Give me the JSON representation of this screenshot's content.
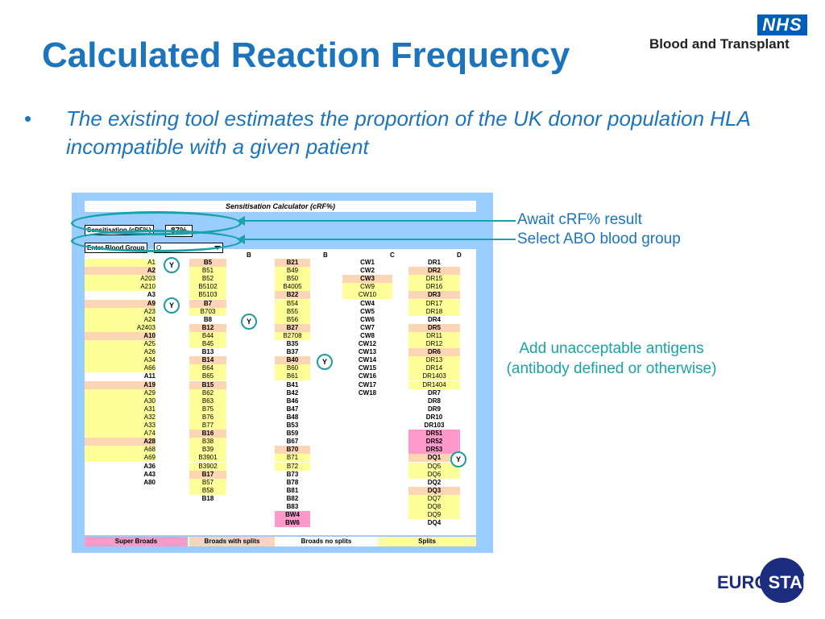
{
  "slide": {
    "title": "Calculated Reaction Frequency",
    "bullet_symbol": "•",
    "bullet_text": "The existing tool estimates the proportion of the UK donor population HLA incompatible with a given patient"
  },
  "logos": {
    "nhs": "NHS",
    "bt": "Blood and Transplant",
    "euro_left": "EURO",
    "euro_right": "STAM"
  },
  "calculator": {
    "title": "Sensitisation Calculator (cRF%)",
    "sens_label": "Sensitisation (cRF%)",
    "crf_value": "87%",
    "blood_label": "Enter Blood Group",
    "blood_value": "O",
    "col_headers": [
      "B",
      "B",
      "C",
      "D"
    ],
    "colA": [
      {
        "t": "A1",
        "c": "yel",
        "b": false
      },
      {
        "t": "A2",
        "c": "ora",
        "b": true
      },
      {
        "t": "A203",
        "c": "yel",
        "b": false
      },
      {
        "t": "A210",
        "c": "yel",
        "b": false
      },
      {
        "t": "A3",
        "c": "wht",
        "b": true
      },
      {
        "t": "A9",
        "c": "ora",
        "b": true
      },
      {
        "t": "A23",
        "c": "yel",
        "b": false
      },
      {
        "t": "A24",
        "c": "yel",
        "b": false
      },
      {
        "t": "A2403",
        "c": "yel",
        "b": false
      },
      {
        "t": "A10",
        "c": "ora",
        "b": true
      },
      {
        "t": "A25",
        "c": "yel",
        "b": false
      },
      {
        "t": "A26",
        "c": "yel",
        "b": false
      },
      {
        "t": "A34",
        "c": "yel",
        "b": false
      },
      {
        "t": "A66",
        "c": "yel",
        "b": false
      },
      {
        "t": "A11",
        "c": "wht",
        "b": true
      },
      {
        "t": "A19",
        "c": "ora",
        "b": true
      },
      {
        "t": "A29",
        "c": "yel",
        "b": false
      },
      {
        "t": "A30",
        "c": "yel",
        "b": false
      },
      {
        "t": "A31",
        "c": "yel",
        "b": false
      },
      {
        "t": "A32",
        "c": "yel",
        "b": false
      },
      {
        "t": "A33",
        "c": "yel",
        "b": false
      },
      {
        "t": "A74",
        "c": "yel",
        "b": false
      },
      {
        "t": "A28",
        "c": "ora",
        "b": true
      },
      {
        "t": "A68",
        "c": "yel",
        "b": false
      },
      {
        "t": "A69",
        "c": "yel",
        "b": false
      },
      {
        "t": "A36",
        "c": "wht",
        "b": true
      },
      {
        "t": "A43",
        "c": "wht",
        "b": true
      },
      {
        "t": "A80",
        "c": "wht",
        "b": true
      }
    ],
    "colB1": [
      {
        "t": "B5",
        "c": "ora",
        "b": true
      },
      {
        "t": "B51",
        "c": "yel",
        "b": false
      },
      {
        "t": "B52",
        "c": "yel",
        "b": false
      },
      {
        "t": "B5102",
        "c": "yel",
        "b": false
      },
      {
        "t": "B5103",
        "c": "yel",
        "b": false
      },
      {
        "t": "B7",
        "c": "ora",
        "b": true
      },
      {
        "t": "B703",
        "c": "yel",
        "b": false
      },
      {
        "t": "B8",
        "c": "wht",
        "b": true
      },
      {
        "t": "B12",
        "c": "ora",
        "b": true
      },
      {
        "t": "B44",
        "c": "yel",
        "b": false
      },
      {
        "t": "B45",
        "c": "yel",
        "b": false
      },
      {
        "t": "B13",
        "c": "wht",
        "b": true
      },
      {
        "t": "B14",
        "c": "ora",
        "b": true
      },
      {
        "t": "B64",
        "c": "yel",
        "b": false
      },
      {
        "t": "B65",
        "c": "yel",
        "b": false
      },
      {
        "t": "B15",
        "c": "ora",
        "b": true
      },
      {
        "t": "B62",
        "c": "yel",
        "b": false
      },
      {
        "t": "B63",
        "c": "yel",
        "b": false
      },
      {
        "t": "B75",
        "c": "yel",
        "b": false
      },
      {
        "t": "B76",
        "c": "yel",
        "b": false
      },
      {
        "t": "B77",
        "c": "yel",
        "b": false
      },
      {
        "t": "B16",
        "c": "ora",
        "b": true
      },
      {
        "t": "B38",
        "c": "yel",
        "b": false
      },
      {
        "t": "B39",
        "c": "yel",
        "b": false
      },
      {
        "t": "B3901",
        "c": "yel",
        "b": false
      },
      {
        "t": "B3902",
        "c": "yel",
        "b": false
      },
      {
        "t": "B17",
        "c": "ora",
        "b": true
      },
      {
        "t": "B57",
        "c": "yel",
        "b": false
      },
      {
        "t": "B58",
        "c": "yel",
        "b": false
      },
      {
        "t": "B18",
        "c": "wht",
        "b": true
      }
    ],
    "colB2": [
      {
        "t": "B21",
        "c": "ora",
        "b": true
      },
      {
        "t": "B49",
        "c": "yel",
        "b": false
      },
      {
        "t": "B50",
        "c": "yel",
        "b": false
      },
      {
        "t": "B4005",
        "c": "yel",
        "b": false
      },
      {
        "t": "B22",
        "c": "ora",
        "b": true
      },
      {
        "t": "B54",
        "c": "yel",
        "b": false
      },
      {
        "t": "B55",
        "c": "yel",
        "b": false
      },
      {
        "t": "B56",
        "c": "yel",
        "b": false
      },
      {
        "t": "B27",
        "c": "ora",
        "b": true
      },
      {
        "t": "B2708",
        "c": "yel",
        "b": false
      },
      {
        "t": "B35",
        "c": "wht",
        "b": true
      },
      {
        "t": "B37",
        "c": "wht",
        "b": true
      },
      {
        "t": "B40",
        "c": "ora",
        "b": true
      },
      {
        "t": "B60",
        "c": "yel",
        "b": false
      },
      {
        "t": "B61",
        "c": "yel",
        "b": false
      },
      {
        "t": "B41",
        "c": "wht",
        "b": true
      },
      {
        "t": "B42",
        "c": "wht",
        "b": true
      },
      {
        "t": "B46",
        "c": "wht",
        "b": true
      },
      {
        "t": "B47",
        "c": "wht",
        "b": true
      },
      {
        "t": "B48",
        "c": "wht",
        "b": true
      },
      {
        "t": "B53",
        "c": "wht",
        "b": true
      },
      {
        "t": "B59",
        "c": "wht",
        "b": true
      },
      {
        "t": "B67",
        "c": "wht",
        "b": true
      },
      {
        "t": "B70",
        "c": "ora",
        "b": true
      },
      {
        "t": "B71",
        "c": "yel",
        "b": false
      },
      {
        "t": "B72",
        "c": "yel",
        "b": false
      },
      {
        "t": "B73",
        "c": "wht",
        "b": true
      },
      {
        "t": "B78",
        "c": "wht",
        "b": true
      },
      {
        "t": "B81",
        "c": "wht",
        "b": true
      },
      {
        "t": "B82",
        "c": "wht",
        "b": true
      },
      {
        "t": "B83",
        "c": "wht",
        "b": true
      },
      {
        "t": "BW4",
        "c": "pnk",
        "b": true
      },
      {
        "t": "BW6",
        "c": "pnk",
        "b": true
      }
    ],
    "colC": [
      {
        "t": "CW1",
        "c": "wht",
        "b": true
      },
      {
        "t": "CW2",
        "c": "wht",
        "b": true
      },
      {
        "t": "CW3",
        "c": "ora",
        "b": true
      },
      {
        "t": "CW9",
        "c": "yel",
        "b": false
      },
      {
        "t": "CW10",
        "c": "yel",
        "b": false
      },
      {
        "t": "CW4",
        "c": "wht",
        "b": true
      },
      {
        "t": "CW5",
        "c": "wht",
        "b": true
      },
      {
        "t": "CW6",
        "c": "wht",
        "b": true
      },
      {
        "t": "CW7",
        "c": "wht",
        "b": true
      },
      {
        "t": "CW8",
        "c": "wht",
        "b": true
      },
      {
        "t": "CW12",
        "c": "wht",
        "b": true
      },
      {
        "t": "CW13",
        "c": "wht",
        "b": true
      },
      {
        "t": "CW14",
        "c": "wht",
        "b": true
      },
      {
        "t": "CW15",
        "c": "wht",
        "b": true
      },
      {
        "t": "CW16",
        "c": "wht",
        "b": true
      },
      {
        "t": "CW17",
        "c": "wht",
        "b": true
      },
      {
        "t": "CW18",
        "c": "wht",
        "b": true
      }
    ],
    "colD": [
      {
        "t": "DR1",
        "c": "wht",
        "b": true
      },
      {
        "t": "DR2",
        "c": "ora",
        "b": true
      },
      {
        "t": "DR15",
        "c": "yel",
        "b": false
      },
      {
        "t": "DR16",
        "c": "yel",
        "b": false
      },
      {
        "t": "DR3",
        "c": "ora",
        "b": true
      },
      {
        "t": "DR17",
        "c": "yel",
        "b": false
      },
      {
        "t": "DR18",
        "c": "yel",
        "b": false
      },
      {
        "t": "DR4",
        "c": "wht",
        "b": true
      },
      {
        "t": "DR5",
        "c": "ora",
        "b": true
      },
      {
        "t": "DR11",
        "c": "yel",
        "b": false
      },
      {
        "t": "DR12",
        "c": "yel",
        "b": false
      },
      {
        "t": "DR6",
        "c": "ora",
        "b": true
      },
      {
        "t": "DR13",
        "c": "yel",
        "b": false
      },
      {
        "t": "DR14",
        "c": "yel",
        "b": false
      },
      {
        "t": "DR1403",
        "c": "yel",
        "b": false
      },
      {
        "t": "DR1404",
        "c": "yel",
        "b": false
      },
      {
        "t": "DR7",
        "c": "wht",
        "b": true
      },
      {
        "t": "DR8",
        "c": "wht",
        "b": true
      },
      {
        "t": "DR9",
        "c": "wht",
        "b": true
      },
      {
        "t": "DR10",
        "c": "wht",
        "b": true
      },
      {
        "t": "DR103",
        "c": "wht",
        "b": true
      },
      {
        "t": "DR51",
        "c": "pnk",
        "b": true
      },
      {
        "t": "DR52",
        "c": "pnk",
        "b": true
      },
      {
        "t": "DR53",
        "c": "pnk",
        "b": true
      },
      {
        "t": "DQ1",
        "c": "ora",
        "b": true
      },
      {
        "t": "DQ5",
        "c": "yel",
        "b": false
      },
      {
        "t": "DQ6",
        "c": "yel",
        "b": false
      },
      {
        "t": "DQ2",
        "c": "wht",
        "b": true
      },
      {
        "t": "DQ3",
        "c": "ora",
        "b": true
      },
      {
        "t": "DQ7",
        "c": "yel",
        "b": false
      },
      {
        "t": "DQ8",
        "c": "yel",
        "b": false
      },
      {
        "t": "DQ9",
        "c": "yel",
        "b": false
      },
      {
        "t": "DQ4",
        "c": "wht",
        "b": true
      }
    ],
    "selected_marker": "Y",
    "legend": [
      {
        "t": "Super Broads",
        "c": "pnk"
      },
      {
        "t": "Broads with splits",
        "c": "ora"
      },
      {
        "t": "Broads no splits",
        "c": "wht"
      },
      {
        "t": "Splits",
        "c": "yel"
      }
    ]
  },
  "annotations": {
    "await": "Await cRF% result",
    "select": "Select ABO blood group",
    "add": "Add unacceptable antigens (antibody defined or otherwise)"
  },
  "colors": {
    "title": "#1c75bc",
    "accent_teal": "#1aa3a7",
    "sheet_blue": "#99ccff",
    "yellow": "#ffff99",
    "orange": "#fcd5b4",
    "pink": "#ff99cc"
  }
}
